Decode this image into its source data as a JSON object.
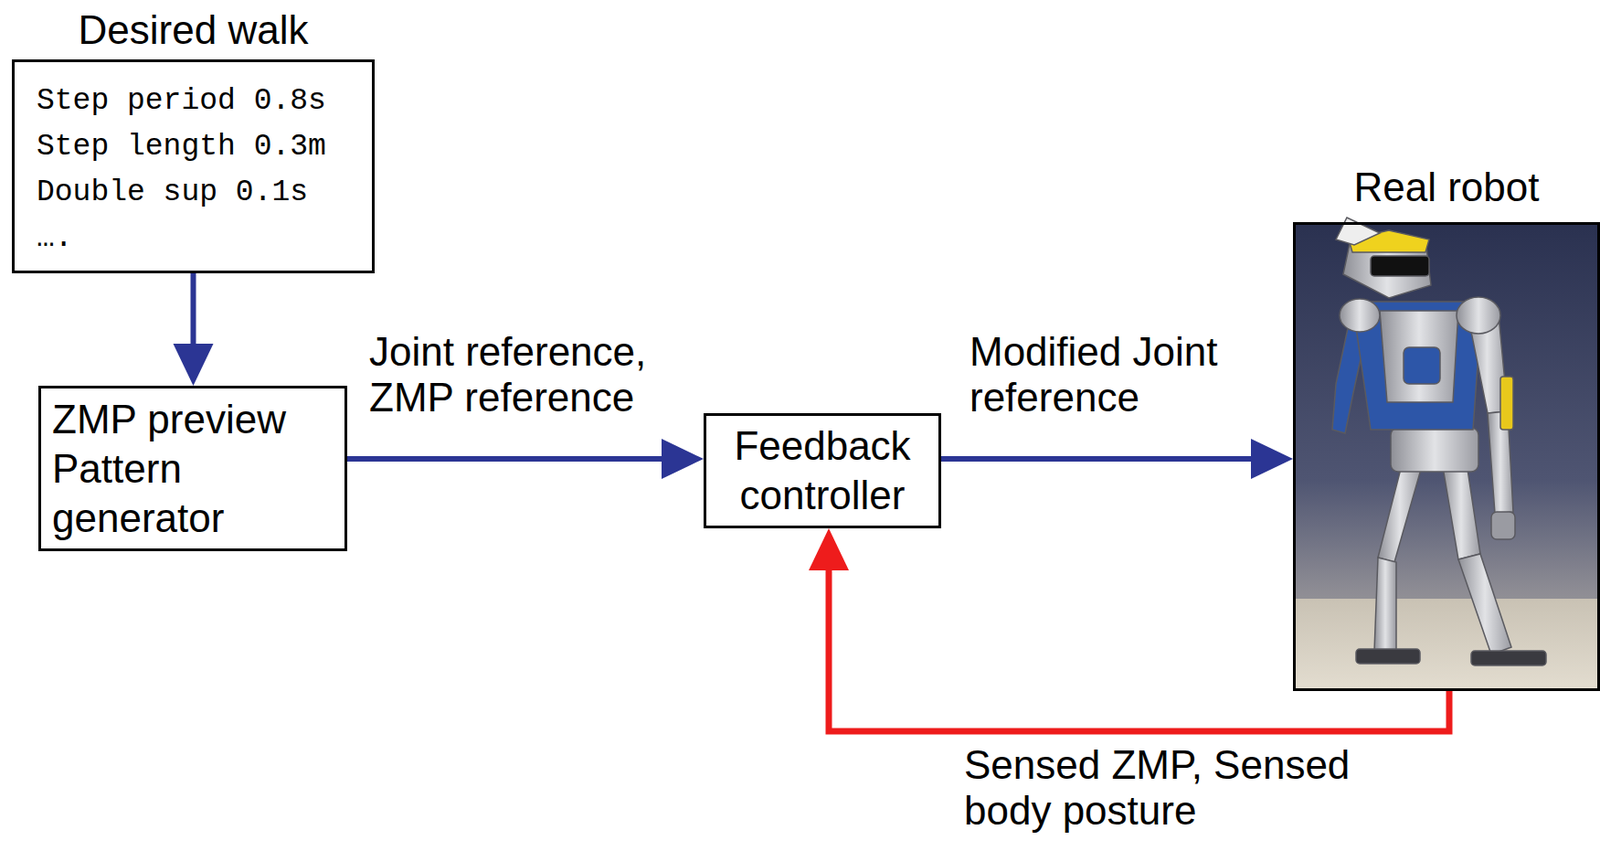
{
  "diagram": {
    "nodes": [
      {
        "text": [
          "Desired walk",
          "Step period 0.8s",
          "Step length 0.3m",
          "Double sup 0.1s",
          "…."
        ]
      },
      {
        "text": [
          "ZMP preview Pattern generator"
        ]
      },
      {
        "text": [
          "Feedback controller"
        ]
      },
      {
        "text": [
          "Real robot"
        ]
      }
    ],
    "edges": [
      {
        "from": 0,
        "to": 1,
        "arrow": "to"
      },
      {
        "from": 1,
        "to": 2,
        "label": "Joint reference, ZMP reference",
        "arrow": "to"
      },
      {
        "from": 2,
        "to": 3,
        "label": "Modified Joint reference",
        "arrow": "to"
      },
      {
        "from": 3,
        "to": 2,
        "label": "Sensed ZMP, Sensed body posture",
        "arrow": "to"
      }
    ]
  }
}
